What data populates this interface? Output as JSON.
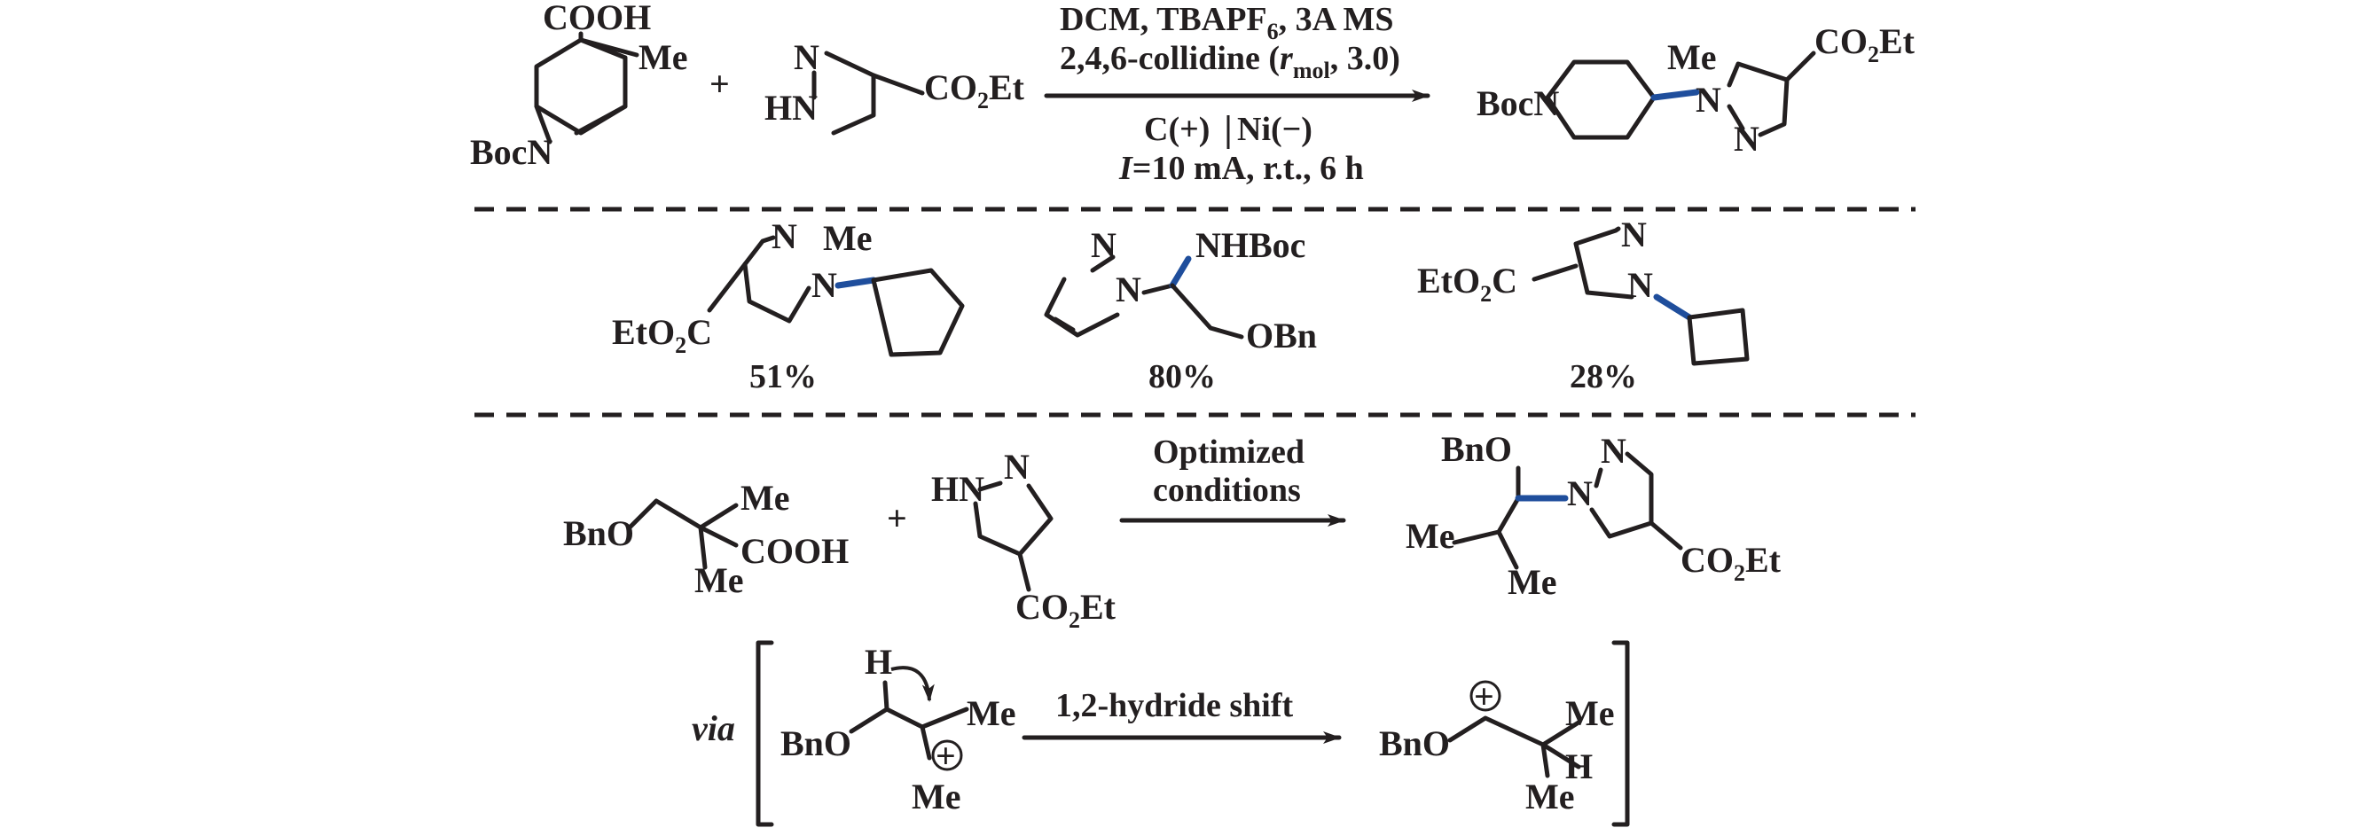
{
  "colors": {
    "ink": "#231f20",
    "new_bond": "#1f4e9c"
  },
  "reaction1": {
    "sm1": {
      "cooh": "COOH",
      "me": "Me",
      "boc_n": "BocN"
    },
    "plus": "+",
    "sm2": {
      "n": "N",
      "hn": "HN",
      "co2et": "CO",
      "co2et_sub": "2",
      "co2et_tail": "Et"
    },
    "conditions": {
      "line1_a": "DCM, TBAPF",
      "line1_sub": "6",
      "line1_b": ", 3A MS",
      "line2_a": "2,4,6-collidine (",
      "line2_r": "r",
      "line2_sub": "mol",
      "line2_b": ", 3.0)",
      "line3_a": "C(+)",
      "line3_b": "Ni(−)",
      "line4_i": "I",
      "line4_b": "=10 mA, r.t., 6 h"
    },
    "product": {
      "boc_n": "BocN",
      "me": "Me",
      "n": "N",
      "co2et": "CO",
      "co2et_sub": "2",
      "co2et_tail": "Et"
    }
  },
  "examples": [
    {
      "label_n": "N",
      "label_me": "Me",
      "label_ester": "EtO",
      "ester_sub": "2",
      "ester_tail": "C",
      "yield": "51%"
    },
    {
      "label_n": "N",
      "label_nhboc": "NHBoc",
      "label_obn": "OBn",
      "yield": "80%"
    },
    {
      "label_n": "N",
      "label_ester": "EtO",
      "ester_sub": "2",
      "ester_tail": "C",
      "yield": "28%"
    }
  ],
  "reaction2": {
    "sm1": {
      "bno": "BnO",
      "me_top": "Me",
      "cooh": "COOH",
      "me_bottom": "Me"
    },
    "plus": "+",
    "sm2": {
      "hn": "HN",
      "n": "N",
      "co2et": "CO",
      "co2et_sub": "2",
      "co2et_tail": "Et"
    },
    "conditions": {
      "line1": "Optimized",
      "line2": "conditions"
    },
    "product": {
      "bno": "BnO",
      "n": "N",
      "me_left": "Me",
      "me_bottom": "Me",
      "co2et": "CO",
      "co2et_sub": "2",
      "co2et_tail": "Et"
    }
  },
  "mechanism": {
    "via": "via",
    "left": {
      "h": "H",
      "bno": "BnO",
      "me_top": "Me",
      "me_bottom": "Me",
      "plus": "+"
    },
    "arrow_label": "1,2-hydride shift",
    "right": {
      "bno": "BnO",
      "plus": "+",
      "me_top": "Me",
      "h": "H",
      "me_bottom": "Me"
    }
  }
}
